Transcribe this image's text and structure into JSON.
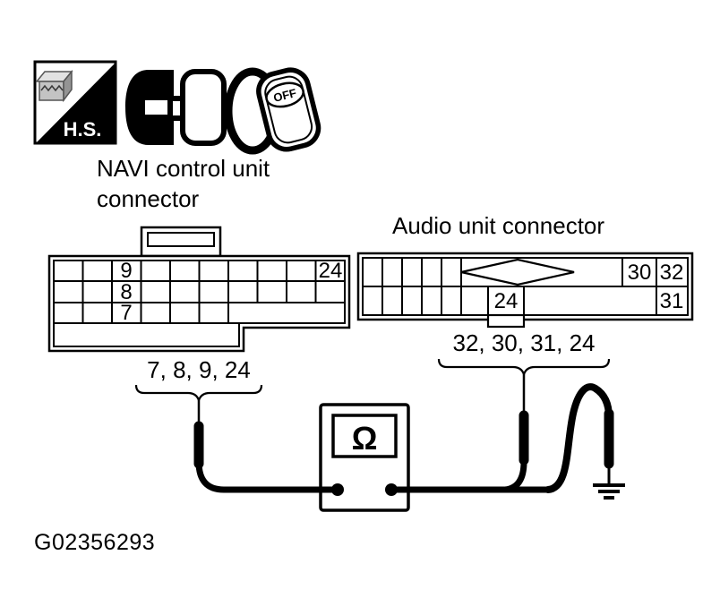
{
  "header": {
    "hs_label": "H.S.",
    "key_label": "OFF"
  },
  "navi_connector": {
    "label_line1": "NAVI control unit",
    "label_line2": "connector",
    "pins": {
      "row1_left": "9",
      "row1_right": "24",
      "row2": "8",
      "row3": "7"
    },
    "group_label": "7, 8, 9, 24"
  },
  "audio_connector": {
    "label": "Audio unit connector",
    "pins": {
      "top_left": "30",
      "top_right": "32",
      "mid": "24",
      "bottom_right": "31"
    },
    "group_label": "32, 30, 31, 24"
  },
  "meter": {
    "symbol": "Ω"
  },
  "figure": {
    "id": "G02356293"
  }
}
